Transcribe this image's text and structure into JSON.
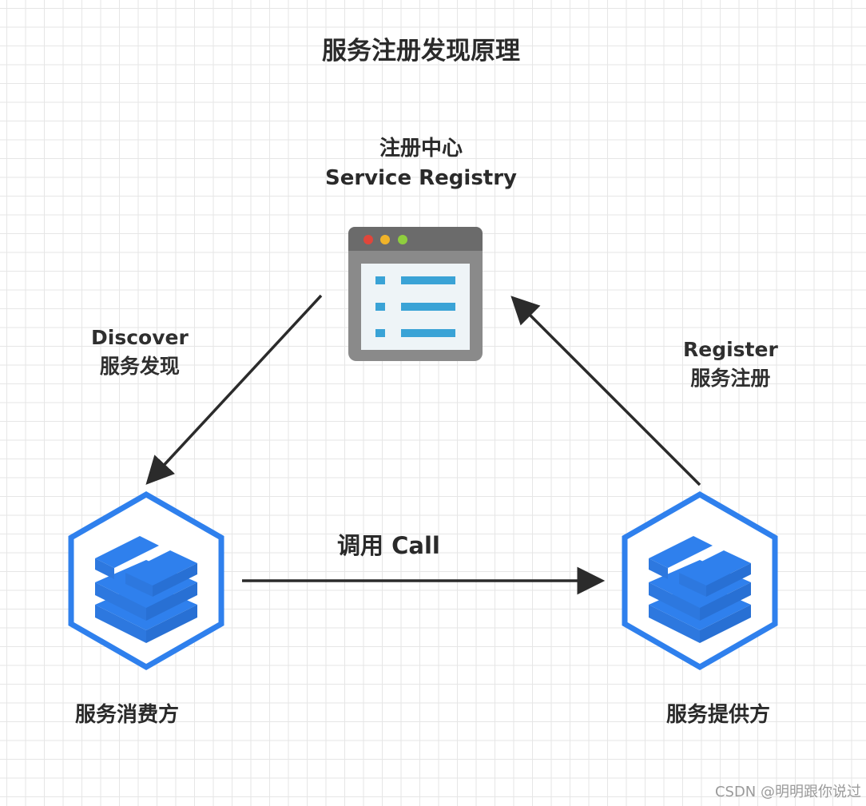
{
  "title": "服务注册发现原理",
  "registry": {
    "label_cn": "注册中心",
    "label_en": "Service Registry",
    "icon": "server-window-icon"
  },
  "edges": {
    "discover": {
      "label_en": "Discover",
      "label_cn": "服务发现"
    },
    "register": {
      "label_en": "Register",
      "label_cn": "服务注册"
    },
    "call": {
      "label": "调用 Call"
    }
  },
  "consumer": {
    "label": "服务消费方",
    "icon": "service-cube-icon"
  },
  "provider": {
    "label": "服务提供方",
    "icon": "service-cube-icon"
  },
  "watermark": "CSDN @明明跟你说过",
  "colors": {
    "service_blue": "#2f80ed",
    "arrow": "#2b2b2b",
    "window_frame": "#8a8a8a",
    "window_bar": "#6b6b6b",
    "list_blue": "#3aa3d6"
  }
}
